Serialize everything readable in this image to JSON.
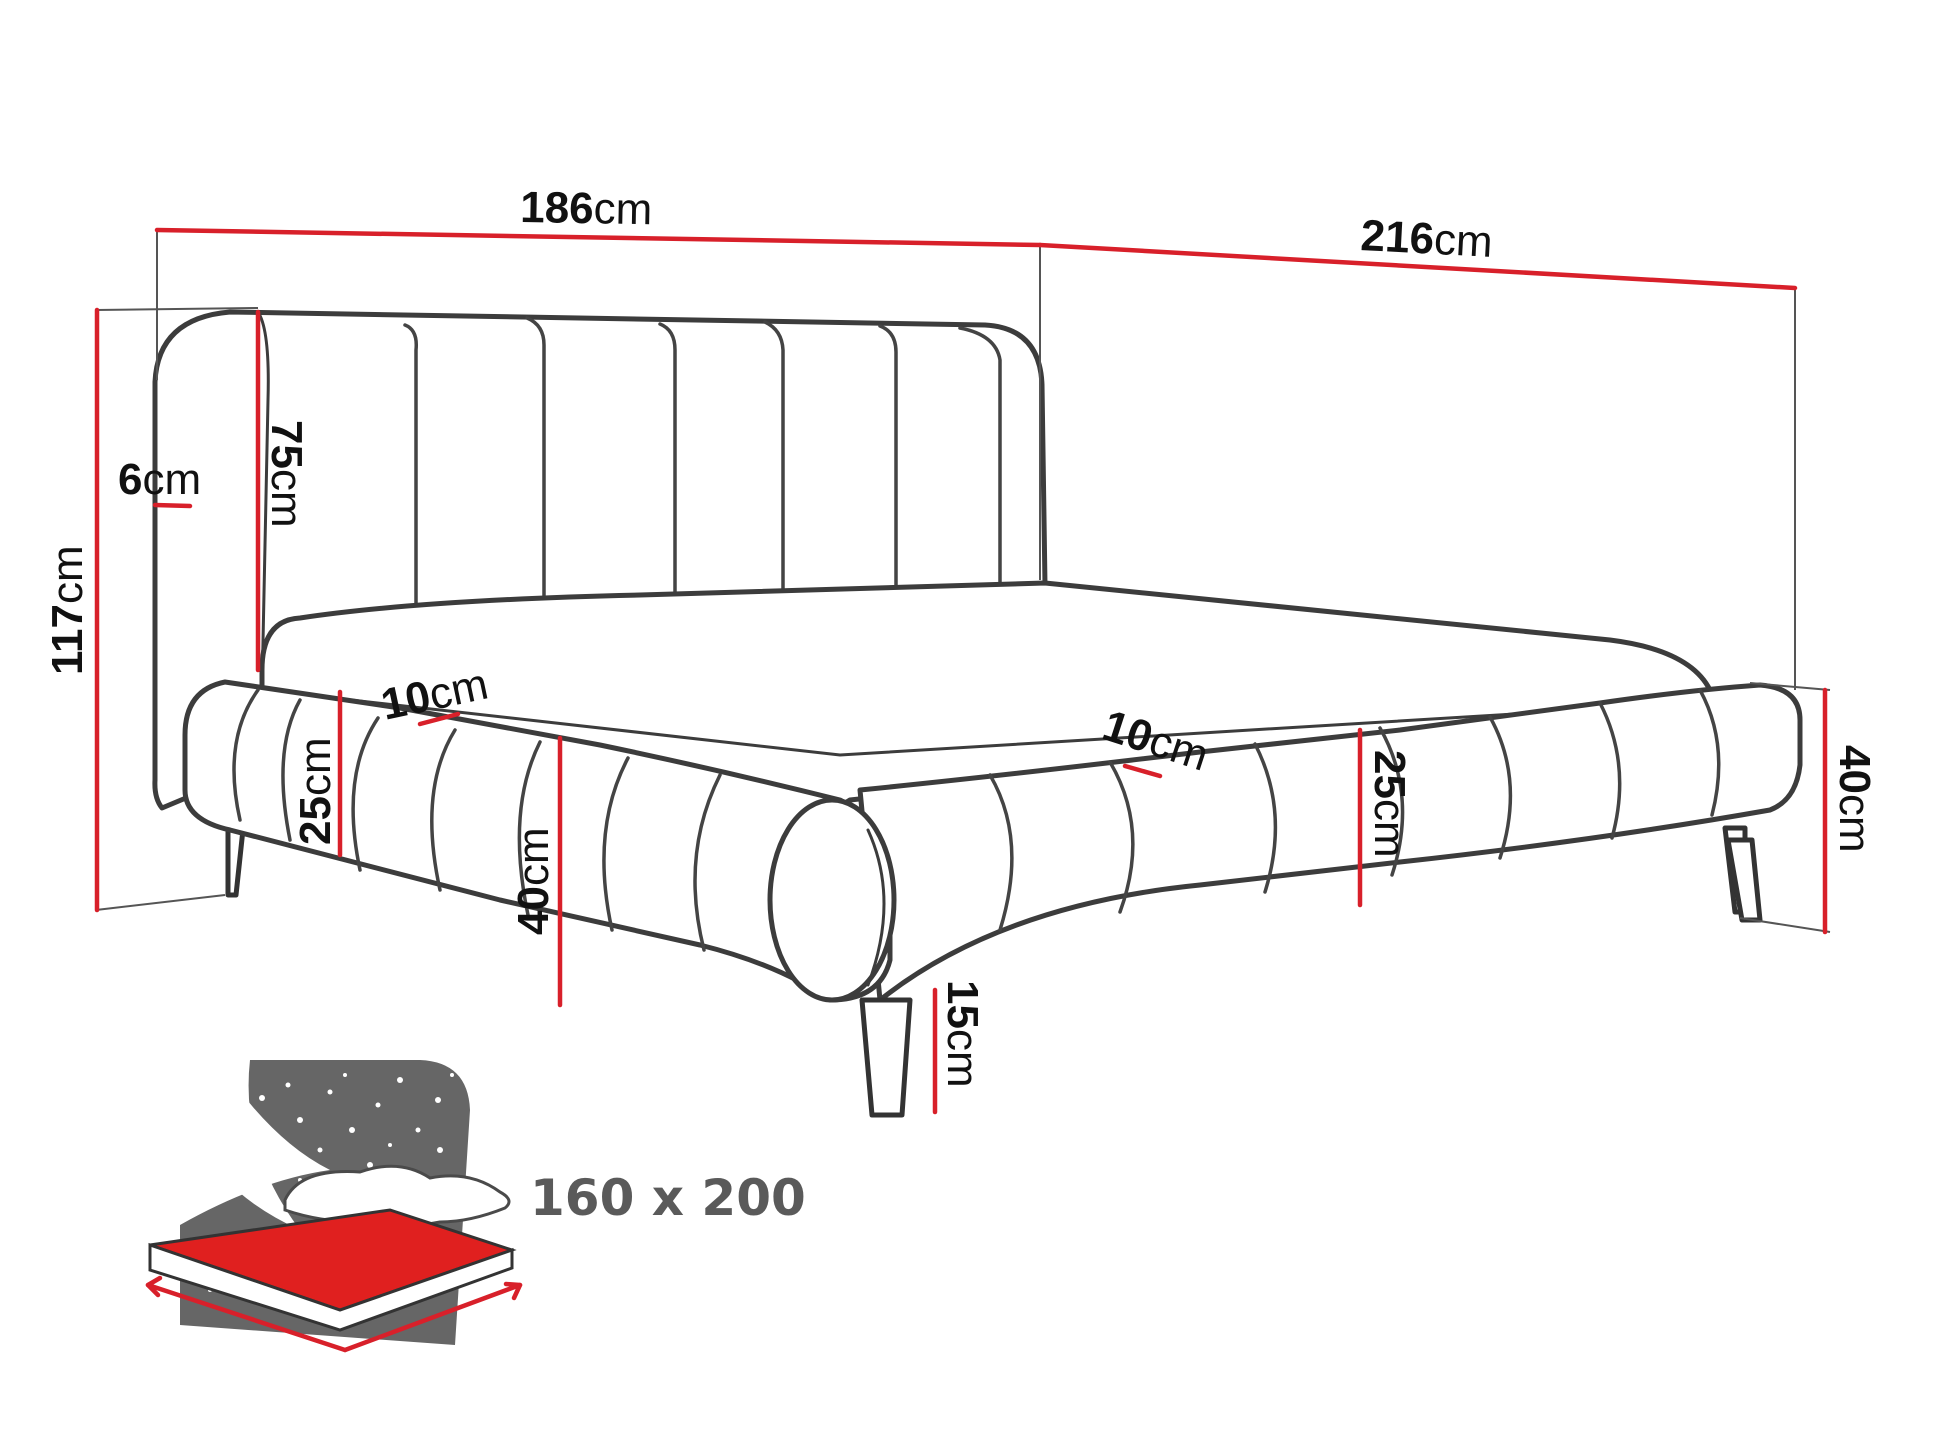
{
  "colors": {
    "dimension_line": "#d8202a",
    "outline": "#3c3c3c",
    "icon_dark": "#666666",
    "icon_red": "#e0201f",
    "label_gray": "#5a5a5a"
  },
  "dimensions": {
    "total_width": {
      "value": "186",
      "unit": "cm"
    },
    "total_length": {
      "value": "216",
      "unit": "cm"
    },
    "total_height": {
      "value": "117",
      "unit": "cm"
    },
    "headboard_depth": {
      "value": "6",
      "unit": "cm"
    },
    "headboard_height": {
      "value": "75",
      "unit": "cm"
    },
    "rail_roll_front": {
      "value": "10",
      "unit": "cm"
    },
    "rail_roll_side": {
      "value": "10",
      "unit": "cm"
    },
    "rail_height_front": {
      "value": "25",
      "unit": "cm"
    },
    "rail_height_side": {
      "value": "25",
      "unit": "cm"
    },
    "frame_height_front": {
      "value": "40",
      "unit": "cm"
    },
    "frame_height_side": {
      "value": "40",
      "unit": "cm"
    },
    "leg_height": {
      "value": "15",
      "unit": "cm"
    }
  },
  "mattress_icon": {
    "size_label": "160 x 200",
    "icon": "mattress-night-sky-icon"
  }
}
